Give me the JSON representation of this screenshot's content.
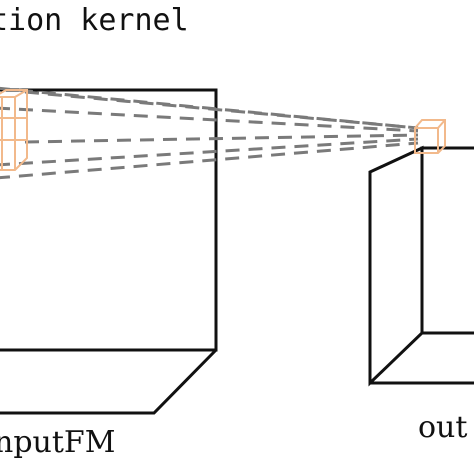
{
  "labels": {
    "kernel": "tion kernel",
    "input": "nputFM",
    "output": "out"
  },
  "colors": {
    "line": "#111111",
    "dash": "#7a7a7a",
    "kernel": "#f2b98b"
  }
}
